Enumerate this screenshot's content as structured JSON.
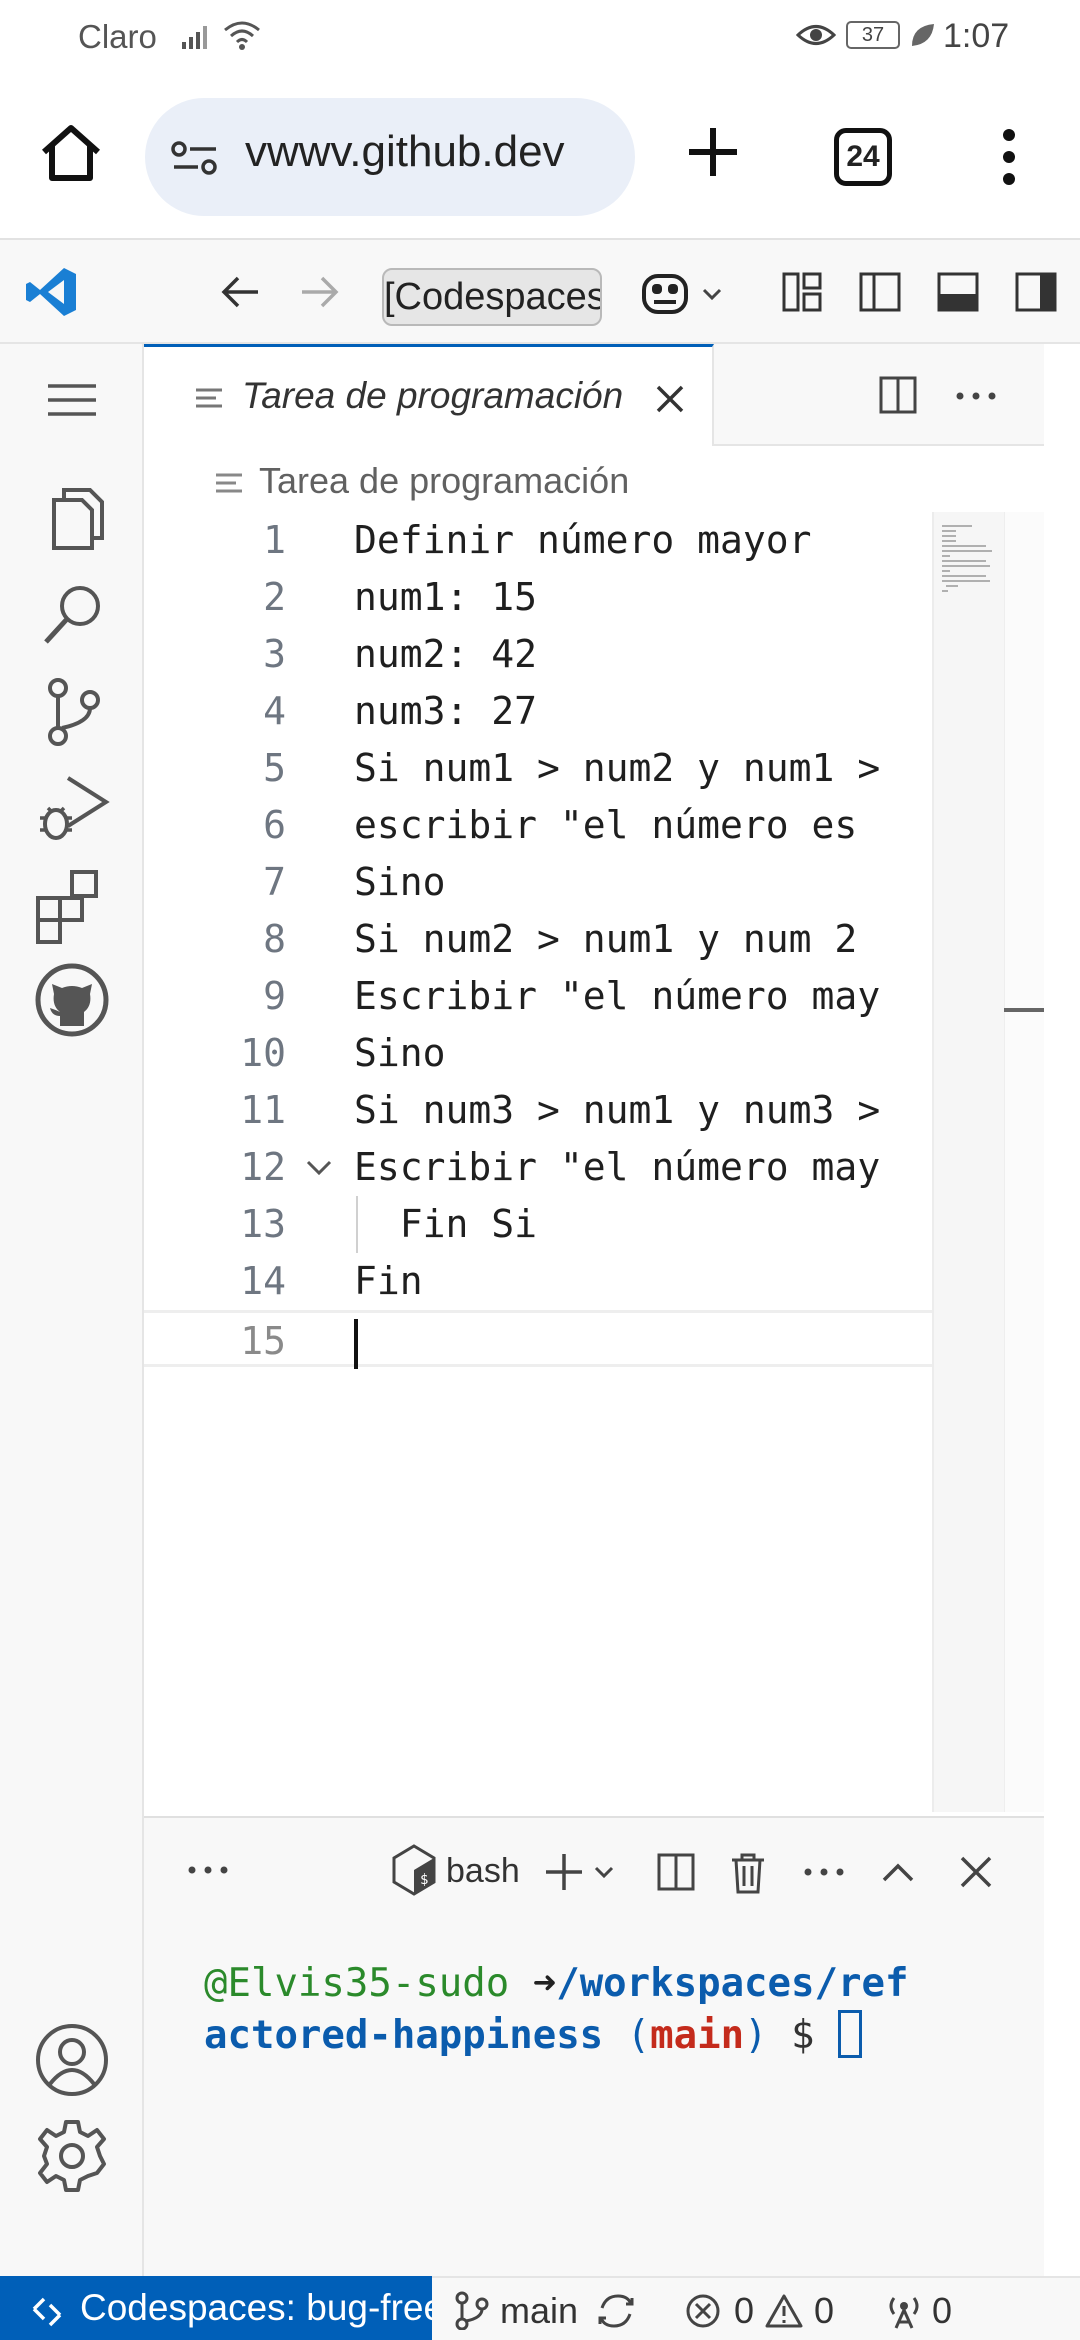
{
  "status_bar": {
    "carrier": "Claro",
    "battery": "37",
    "time": "1:07"
  },
  "browser": {
    "url": "vwwv.github.dev",
    "tab_count": "24",
    "icons": [
      "home-icon",
      "site-settings-icon",
      "plus-icon",
      "tab-switcher-icon",
      "kebab-menu-icon"
    ]
  },
  "title_bar": {
    "command_center": "[Codespaces",
    "icons": [
      "vscode-logo",
      "back-arrow-icon",
      "forward-arrow-icon",
      "copilot-icon",
      "layout-icon",
      "sidebar-icon",
      "panel-icon",
      "secondary-sidebar-icon"
    ]
  },
  "activity_bar": {
    "items": [
      "menu",
      "explorer",
      "search",
      "source-control",
      "run-and-debug",
      "extensions",
      "github",
      "accounts",
      "manage"
    ]
  },
  "editor": {
    "tab_label": "Tarea de programación",
    "breadcrumb": "Tarea de programación",
    "lines": [
      {
        "n": "1",
        "text": "Definir número mayor"
      },
      {
        "n": "2",
        "text": "num1: 15"
      },
      {
        "n": "3",
        "text": "num2: 42"
      },
      {
        "n": "4",
        "text": "num3: 27"
      },
      {
        "n": "5",
        "text": "Si num1 > num2 y num1 >"
      },
      {
        "n": "6",
        "text": "escribir \"el número es"
      },
      {
        "n": "7",
        "text": "Sino"
      },
      {
        "n": "8",
        "text": "Si num2 > num1 y num 2"
      },
      {
        "n": "9",
        "text": "Escribir \"el número may"
      },
      {
        "n": "10",
        "text": "Sino"
      },
      {
        "n": "11",
        "text": "Si num3 > num1 y num3 >"
      },
      {
        "n": "12",
        "text": "Escribir \"el número may"
      },
      {
        "n": "13",
        "text": "  Fin Si"
      },
      {
        "n": "14",
        "text": "Fin"
      },
      {
        "n": "15",
        "text": ""
      }
    ]
  },
  "terminal": {
    "shell": "bash",
    "user": "@Elvis35-sudo",
    "arrow": "➜",
    "path_part1": "/workspaces/ref",
    "path_part2": "actored-happiness",
    "paren_open": "(",
    "branch": "main",
    "paren_close": ")",
    "prompt": "$"
  },
  "status": {
    "remote": "Codespaces: bug-free",
    "branch": "main",
    "errors": "0",
    "warnings": "0",
    "ports": "0"
  },
  "colors": {
    "accent": "#005fb8",
    "terminal_user": "#2b8a2b",
    "terminal_path": "#0b5cad",
    "terminal_branch": "#c42b1c"
  }
}
